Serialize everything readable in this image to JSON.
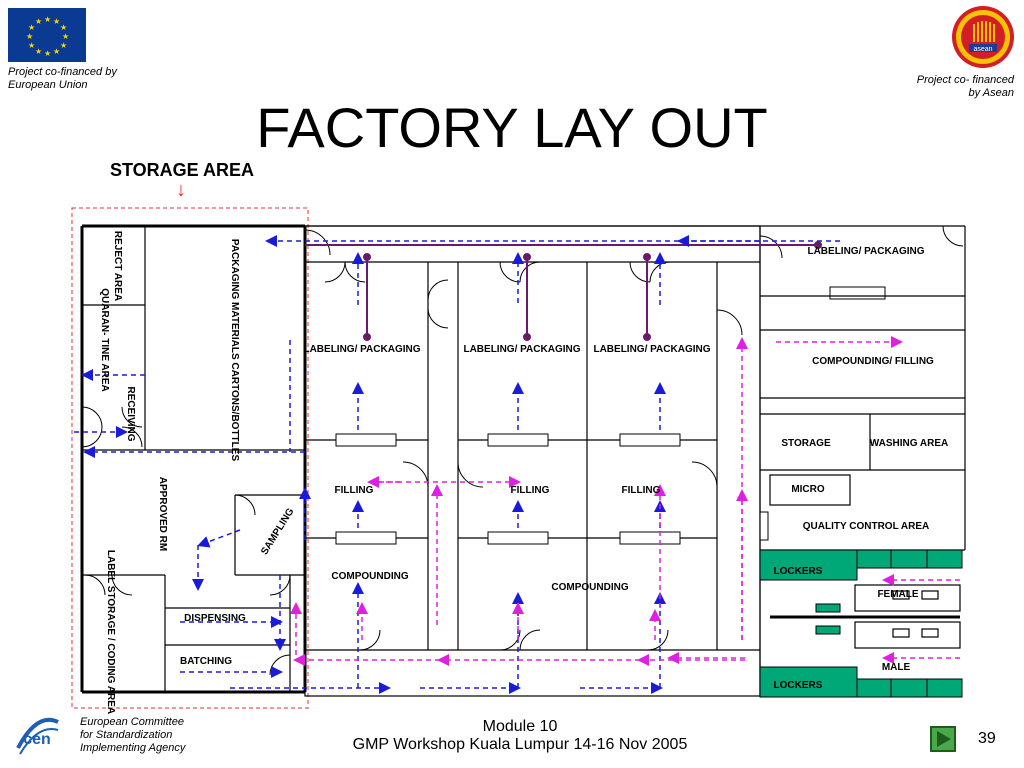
{
  "header": {
    "title": "FACTORY LAY OUT",
    "left_note_line1": "Project co-financed by",
    "left_note_line2": "European Union",
    "right_note_line1": "Project co- financed",
    "right_note_line2": "by Asean",
    "asean_logo_text": "asean"
  },
  "diagram": {
    "storage_area_title": "STORAGE AREA",
    "labels": {
      "reject_area": "REJECT AREA",
      "quarantine_area": "QUARAN- TINE AREA",
      "receiving": "RECEIVING",
      "packaging_materials": "PACKAGING MATERIALS CARTONS/BOTTLES",
      "approved_rm": "APPROVED RM",
      "sampling": "SAMPLING",
      "label_storage": "LABEL STORAGE / CODING AREA",
      "dispensing": "DISPENSING",
      "batching": "BATCHING",
      "labeling_packaging_1": "LABELING/ PACKAGING",
      "labeling_packaging_2": "LABELING/ PACKAGING",
      "labeling_packaging_3": "LABELING/ PACKAGING",
      "labeling_packaging_right": "LABELING/ PACKAGING",
      "filling_1": "FILLING",
      "filling_2": "FILLING",
      "filling_3": "FILLING",
      "compounding_1": "COMPOUNDING",
      "compounding_2": "COMPOUNDING",
      "compounding_filling": "COMPOUNDING/ FILLING",
      "storage": "STORAGE",
      "washing_area": "WASHING AREA",
      "micro": "MICRO",
      "quality_control_area": "QUALITY CONTROL AREA",
      "lockers_top": "LOCKERS",
      "lockers_bottom": "LOCKERS",
      "female": "FEMALE",
      "male": "MALE"
    }
  },
  "footer": {
    "cen_line1": "European Committee",
    "cen_line2": "for Standardization",
    "cen_line3": "Implementing Agency",
    "cen_logo_text": "cen",
    "module": "Module 10",
    "workshop": "GMP Workshop Kuala Lumpur 14-16 Nov 2005",
    "page_number": "39"
  },
  "colors": {
    "blue_flow": "#1a1adb",
    "magenta_flow": "#e020e0",
    "purple_conveyor": "#6b1a6b",
    "locker_green": "#00a878",
    "storage_border": "#e53030",
    "eu_blue": "#0b3a93",
    "eu_star": "#f5d400",
    "asean_red": "#d21e24"
  }
}
